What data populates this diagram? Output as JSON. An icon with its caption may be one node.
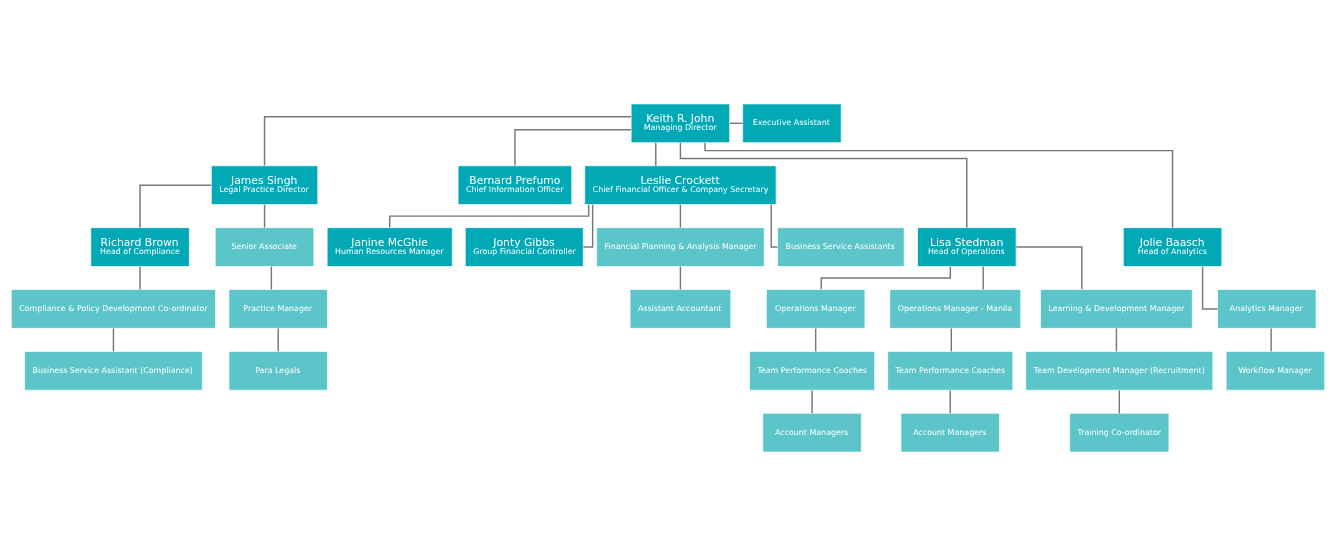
{
  "diagram": {
    "nodes": [
      {
        "text": [
          "Keith R. John",
          "Managing Director"
        ]
      },
      {
        "text": [
          "Executive Assistant"
        ]
      },
      {
        "text": [
          "James Singh",
          "Legal Practice Director"
        ]
      },
      {
        "text": [
          "Bernard Prefumo",
          "Chief Information Officer"
        ]
      },
      {
        "text": [
          "Leslie Crockett",
          "Chief Financial Officer & Company Secretary"
        ]
      },
      {
        "text": [
          "Richard Brown",
          "Head of Compliance"
        ]
      },
      {
        "text": [
          "Lisa Stedman",
          "Head of Operations"
        ]
      },
      {
        "text": [
          "Jolie Baasch",
          "Head of Analytics"
        ]
      },
      {
        "text": [
          "Janine McGhie",
          "Human Resources Manager"
        ]
      },
      {
        "text": [
          "Jonty Gibbs",
          "Group Financial Controller"
        ]
      },
      {
        "text": [
          "Senior Associate"
        ]
      },
      {
        "text": [
          "Operations Manager"
        ]
      },
      {
        "text": [
          "Operations Manager - Manila"
        ]
      },
      {
        "text": [
          "Learning & Development Manager"
        ]
      },
      {
        "text": [
          "Analytics Manager"
        ]
      },
      {
        "text": [
          "Financial Planning & Analysis Manager"
        ]
      },
      {
        "text": [
          "Practice Manager"
        ]
      },
      {
        "text": [
          "Compliance & Policy Development Co-ordinator"
        ]
      },
      {
        "text": [
          "Team Performance Coaches"
        ]
      },
      {
        "text": [
          "Team Performance Coaches"
        ]
      },
      {
        "text": [
          "Team Development Manager (Recruitment)"
        ]
      },
      {
        "text": [
          "Workflow Manager"
        ]
      },
      {
        "text": [
          "Assistant Accountant"
        ]
      },
      {
        "text": [
          "Para Legals"
        ]
      },
      {
        "text": [
          "Business Service Assistant (Compliance)"
        ]
      },
      {
        "text": [
          "Account Managers"
        ]
      },
      {
        "text": [
          "Account Managers"
        ]
      },
      {
        "text": [
          "Training Co-ordinator"
        ]
      },
      {
        "text": [
          "Business Service Assistants"
        ]
      }
    ],
    "edges": [
      {
        "from": 0,
        "to": 1,
        "arrow": "none"
      },
      {
        "from": 0,
        "to": 2,
        "arrow": "none"
      },
      {
        "from": 0,
        "to": 6,
        "arrow": "none"
      },
      {
        "from": 0,
        "to": 7,
        "arrow": "none"
      },
      {
        "from": 0,
        "to": 3,
        "arrow": "none"
      },
      {
        "from": 0,
        "to": 4,
        "arrow": "none"
      },
      {
        "from": 2,
        "to": 10,
        "arrow": "none"
      },
      {
        "from": 2,
        "to": 5,
        "arrow": "none"
      },
      {
        "from": 4,
        "to": 8,
        "arrow": "none"
      },
      {
        "from": 4,
        "to": 9,
        "arrow": "none"
      },
      {
        "from": 4,
        "to": 28,
        "arrow": "none"
      },
      {
        "from": 4,
        "to": 15,
        "arrow": "none"
      },
      {
        "from": 5,
        "to": 17,
        "arrow": "none"
      },
      {
        "from": 6,
        "to": 11,
        "arrow": "none"
      },
      {
        "from": 6,
        "to": 12,
        "arrow": "none"
      },
      {
        "from": 6,
        "to": 13,
        "arrow": "none"
      },
      {
        "from": 7,
        "to": 14,
        "arrow": "none"
      },
      {
        "from": 14,
        "to": 21,
        "arrow": "none"
      },
      {
        "from": 10,
        "to": 16,
        "arrow": "none"
      },
      {
        "from": 16,
        "to": 23,
        "arrow": "none"
      },
      {
        "from": 17,
        "to": 24,
        "arrow": "none"
      },
      {
        "from": 11,
        "to": 18,
        "arrow": "none"
      },
      {
        "from": 18,
        "to": 25,
        "arrow": "none"
      },
      {
        "from": 12,
        "to": 19,
        "arrow": "none"
      },
      {
        "from": 19,
        "to": 26,
        "arrow": "none"
      },
      {
        "from": 13,
        "to": 20,
        "arrow": "none"
      },
      {
        "from": 20,
        "to": 27,
        "arrow": "none"
      },
      {
        "from": 15,
        "to": 22,
        "arrow": "none"
      }
    ]
  }
}
